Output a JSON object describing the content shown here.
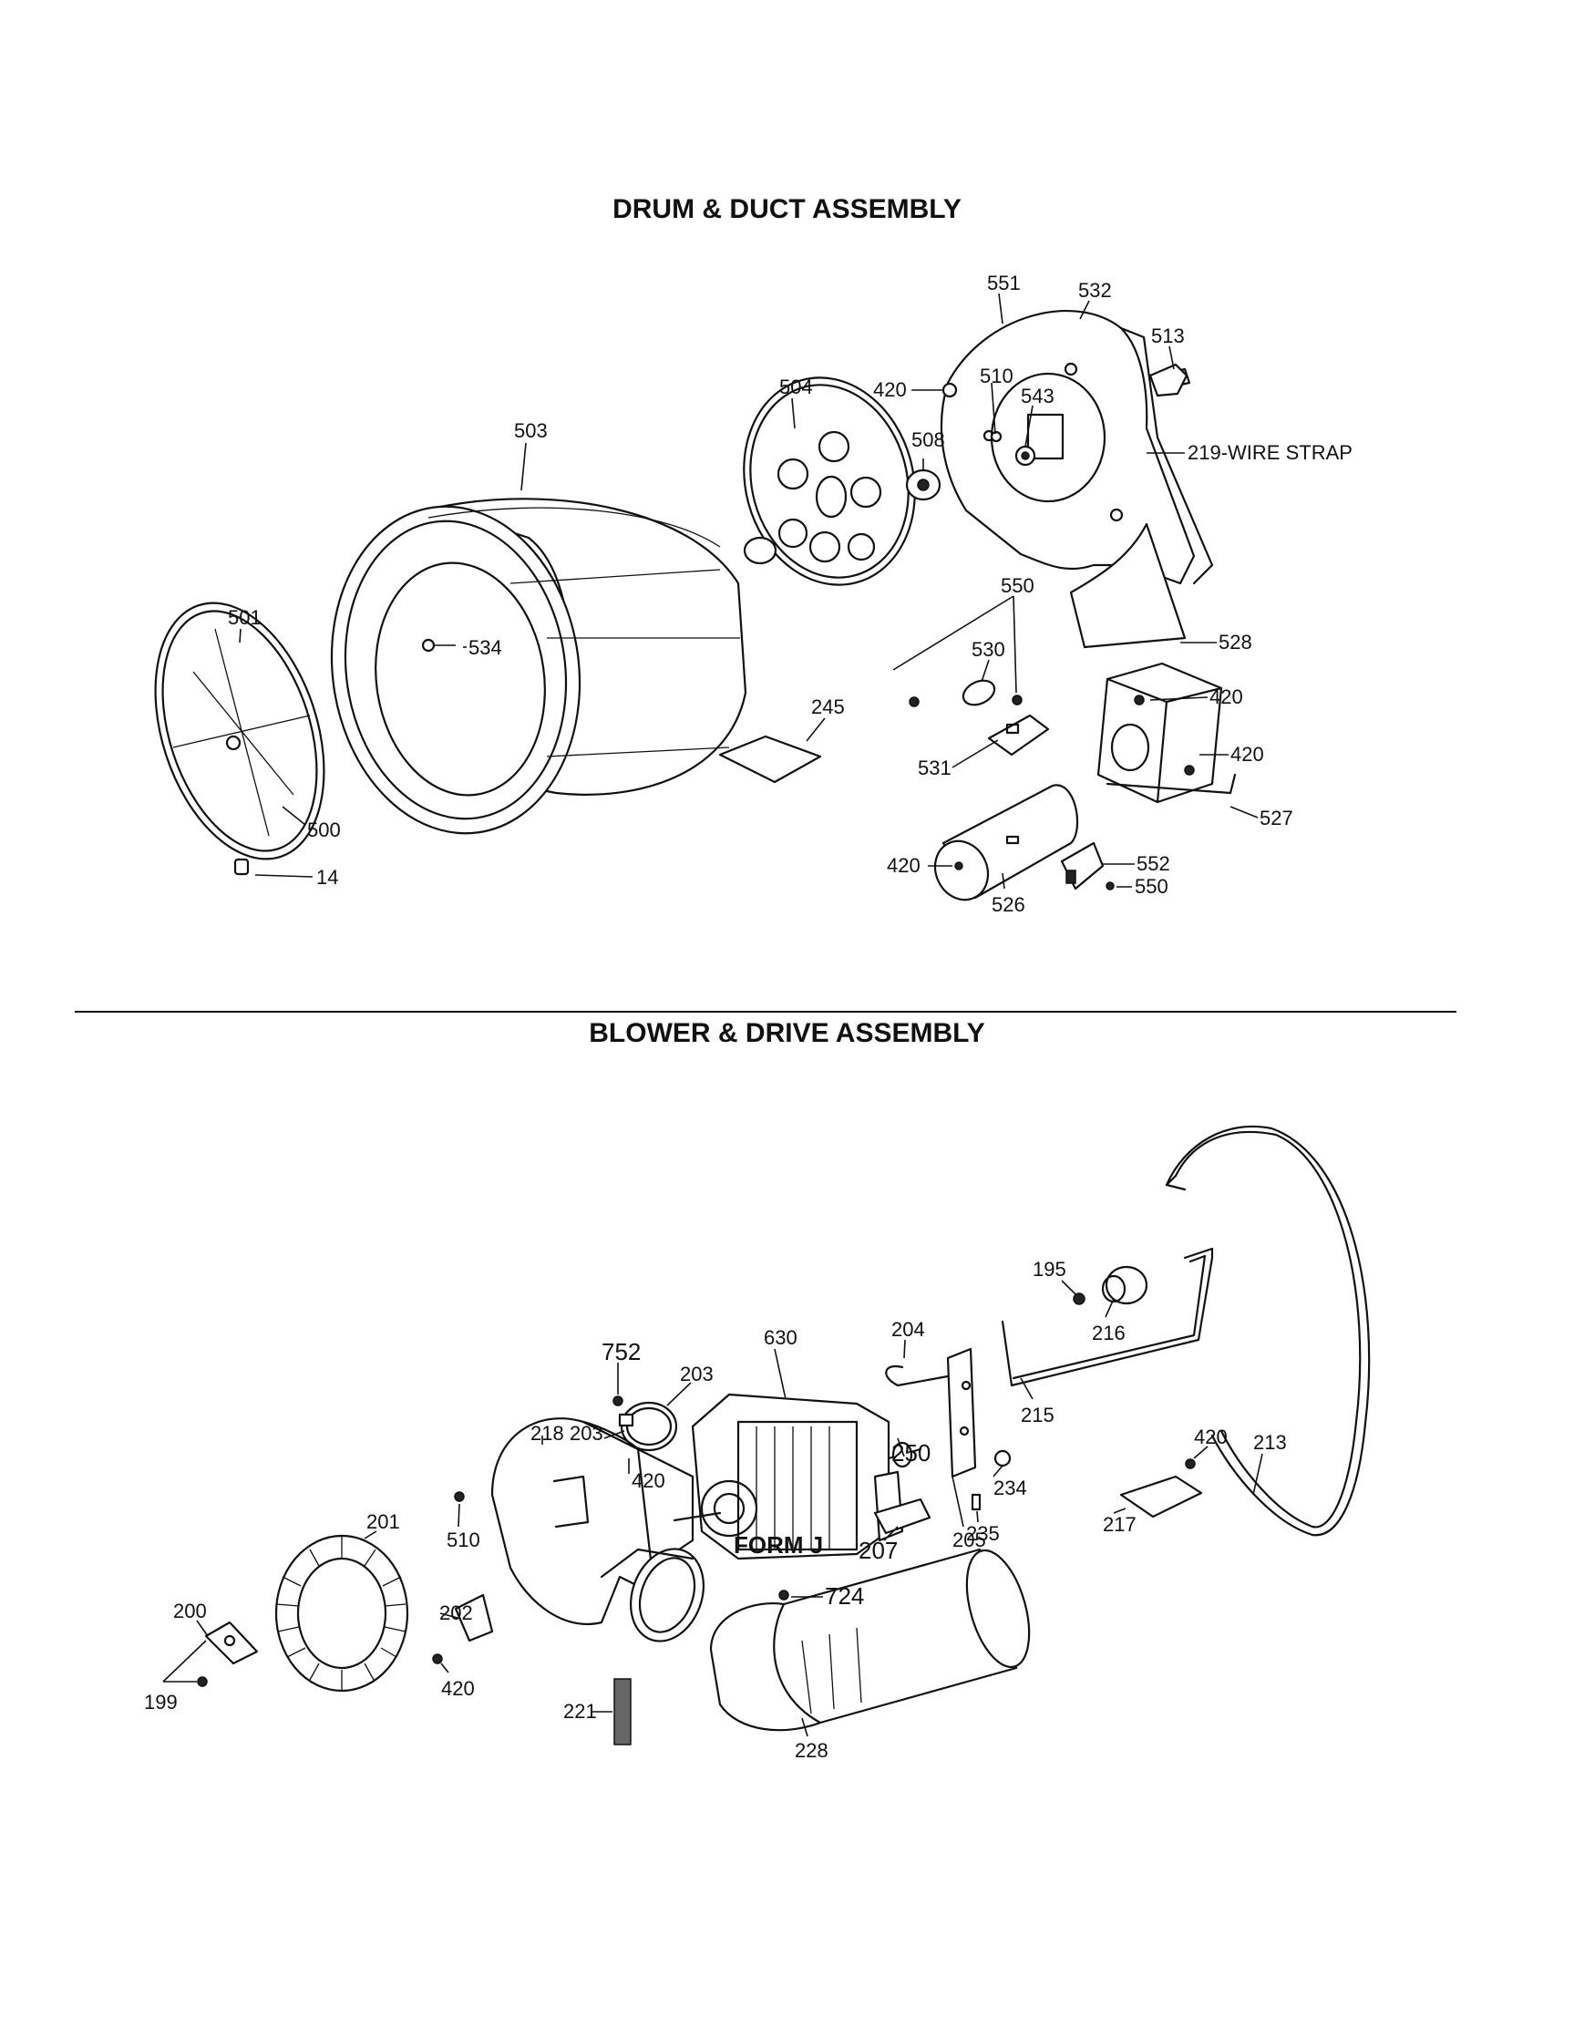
{
  "sections": {
    "drum_title": "DRUM & DUCT ASSEMBLY",
    "blower_title": "BLOWER & DRIVE ASSEMBLY"
  },
  "drum_labels": {
    "p551": "551",
    "p532": "532",
    "p513": "513",
    "p420a": "420",
    "p510": "510",
    "p543": "543",
    "p504": "504",
    "p508": "508",
    "p219": "219-WIRE STRAP",
    "p503": "503",
    "p550a": "550",
    "p528": "528",
    "p530": "530",
    "p420b": "420",
    "p501": "501",
    "p534": "534",
    "p245": "245",
    "p420c": "420",
    "p531": "531",
    "p527": "527",
    "p500": "500",
    "p420d": "420",
    "p552": "552",
    "p14": "14",
    "p526": "526",
    "p550b": "550"
  },
  "blower_labels": {
    "p195": "195",
    "p216": "216",
    "p204": "204",
    "p630": "630",
    "p752": "752",
    "p203a": "203",
    "p420a": "420",
    "p213": "213",
    "p215": "215",
    "p218": "218",
    "p203b": "203",
    "p250": "250",
    "p420b": "420",
    "p234": "234",
    "p510": "510",
    "p201": "201",
    "p205": "205",
    "p235": "235",
    "p217": "217",
    "form": "FORM J",
    "p207": "207",
    "p724": "724",
    "p200": "200",
    "p202": "202",
    "p199": "199",
    "p420c": "420",
    "p221": "221",
    "p228": "228"
  },
  "icons": [
    "drum-icon",
    "blower-wheel-icon",
    "motor-icon",
    "belt-icon"
  ]
}
